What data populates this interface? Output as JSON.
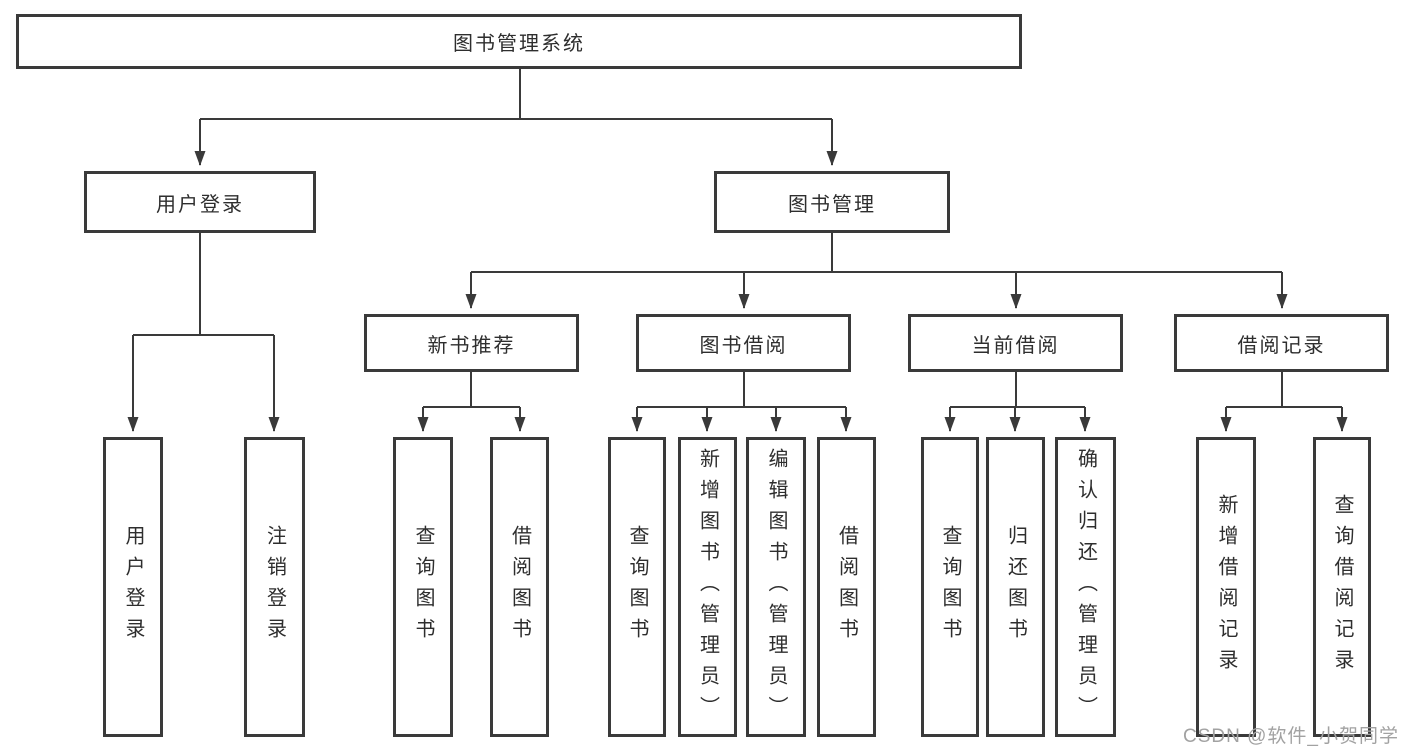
{
  "diagram": {
    "title_node": "图书管理系统",
    "nodes": {
      "root": "图书管理系统",
      "user_login": "用户登录",
      "book_management": "图书管理",
      "new_book_recommendation": "新书推荐",
      "book_borrowing": "图书借阅",
      "current_borrowing": "当前借阅",
      "borrowing_records": "借阅记录",
      "leaf_user_login": "用户登录",
      "leaf_logout": "注销登录",
      "leaf_nbr_query_books": "查询图书",
      "leaf_nbr_borrow_books": "借阅图书",
      "leaf_bb_query_books": "查询图书",
      "leaf_bb_add_books_admin": "新增图书（管理员）",
      "leaf_bb_edit_books_admin": "编辑图书（管理员）",
      "leaf_bb_borrow_books": "借阅图书",
      "leaf_cb_query_books": "查询图书",
      "leaf_cb_return_books": "归还图书",
      "leaf_cb_confirm_return_admin": "确认归还（管理员）",
      "leaf_br_add_record": "新增借阅记录",
      "leaf_br_query_record": "查询借阅记录"
    },
    "colors": {
      "line": "#3a3a3a",
      "text": "#2e2e2e",
      "background": "#ffffff",
      "watermark": "#a2a2a2"
    }
  },
  "watermark": "CSDN @软件_小贺同学"
}
